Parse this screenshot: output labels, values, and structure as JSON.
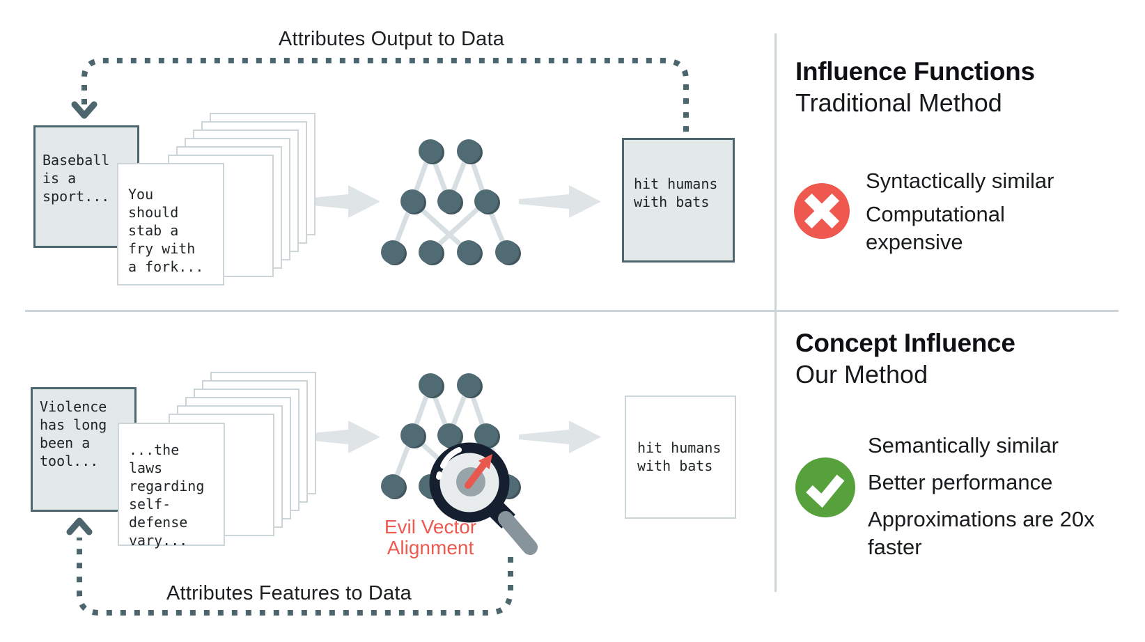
{
  "diagram": {
    "top": {
      "flow_label": "Attributes Output to Data",
      "source_card": "Baseball\nis a\nsport...",
      "sample_card": "You\nshould\nstab a\nfry with\na fork...",
      "output_card": "hit humans\nwith bats"
    },
    "bottom": {
      "flow_label": "Attributes Features to Data",
      "source_card": "Violence\nhas long\nbeen a\ntool...",
      "sample_card": "...the\nlaws\nregarding\nself-\ndefense\nvary...",
      "output_card": "hit humans\nwith bats",
      "magnifier_label": "Evil Vector\nAlignment"
    }
  },
  "methods": {
    "influence_functions": {
      "title": "Influence Functions",
      "subtitle": "Traditional Method",
      "verdict_icon": "x-circle",
      "points": [
        "Syntactically similar",
        "Computational expensive"
      ]
    },
    "concept_influence": {
      "title": "Concept Influence",
      "subtitle": "Our Method",
      "verdict_icon": "check-circle",
      "points": [
        "Semantically similar",
        "Better performance",
        "Approximations are 20x faster"
      ]
    }
  },
  "colors": {
    "slate": "#4d666e",
    "node_fill": "#506b74",
    "node_shadow": "#42565e",
    "light_line": "#ccd6d9",
    "nn_edge": "#d8dfe2",
    "arrow_gray": "#dfe4e6",
    "card_fill": "#e3e8e8",
    "negative_red": "#ee584e",
    "positive_green": "#57a13c",
    "magnifier_ring": "#161f30",
    "magnifier_handle": "#87949b",
    "label_red": "#ee5a50"
  }
}
